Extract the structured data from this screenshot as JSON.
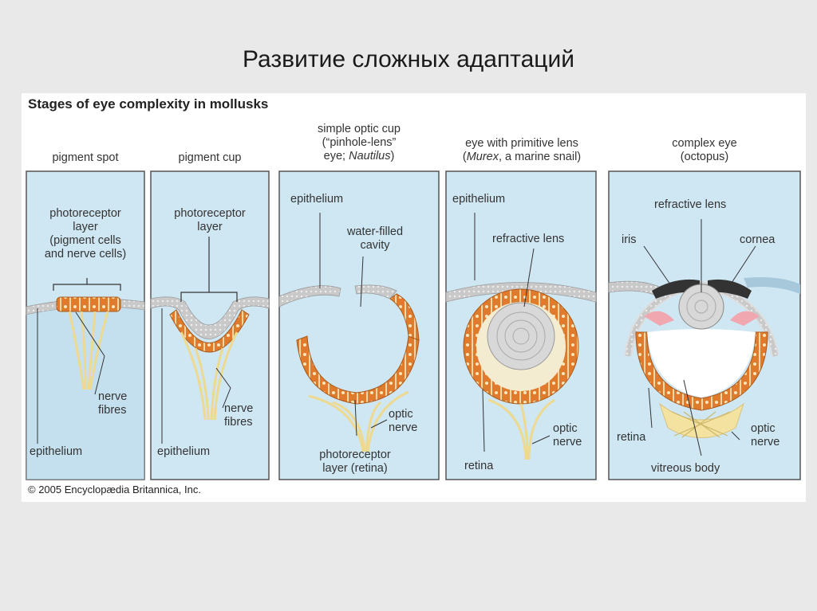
{
  "slide": {
    "title": "Развитие сложных адаптаций"
  },
  "figure": {
    "title": "Stages of eye complexity in mollusks",
    "copyright": "© 2005 Encyclopædia Britannica, Inc.",
    "colors": {
      "panel_bg": "#cfe7f3",
      "cell_orange": "#e07a2c",
      "nerve_yellow": "#f3e2a0",
      "lens_gray": "#d8d8d8"
    },
    "stages": [
      {
        "header": "pigment spot",
        "labels": {
          "a": "photoreceptor",
          "b": "layer",
          "c": "(pigment cells",
          "d": "and nerve cells)",
          "e": "nerve",
          "f": "fibres",
          "g": "epithelium"
        }
      },
      {
        "header": "pigment cup",
        "labels": {
          "a": "photoreceptor",
          "b": "layer",
          "c": "nerve",
          "d": "fibres",
          "e": "epithelium"
        }
      },
      {
        "header_1": "simple optic cup",
        "header_2": "(“pinhole-lens”",
        "header_3a": "eye; ",
        "header_3b": "Nautilus",
        "header_3c": ")",
        "labels": {
          "a": "epithelium",
          "b": "water-filled",
          "c": "cavity",
          "d": "optic",
          "e": "nerve",
          "f": "photoreceptor",
          "g": "layer (retina)"
        }
      },
      {
        "header_1": "eye with primitive lens",
        "header_2a": "(",
        "header_2b": "Murex",
        "header_2c": ", a marine snail)",
        "labels": {
          "a": "epithelium",
          "b": "refractive lens",
          "c": "optic",
          "d": "nerve",
          "e": "retina"
        }
      },
      {
        "header_1": "complex eye",
        "header_2": "(octopus)",
        "labels": {
          "a": "refractive lens",
          "b": "iris",
          "c": "cornea",
          "d": "retina",
          "e": "optic",
          "f": "nerve",
          "g": "vitreous body"
        }
      }
    ]
  }
}
